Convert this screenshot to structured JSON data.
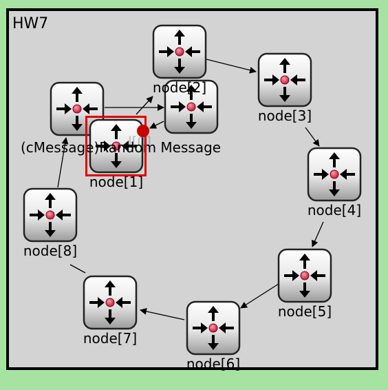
{
  "network": {
    "title": "HW7"
  },
  "nodes": [
    {
      "name": "node[1]"
    },
    {
      "name": "node[2]"
    },
    {
      "name": "node[3]"
    },
    {
      "name": "node[4]"
    },
    {
      "name": "node[5]"
    },
    {
      "name": "node[6]"
    },
    {
      "name": "node[7]"
    },
    {
      "name": "node[8]"
    },
    {
      "name": ""
    },
    {
      "name": ""
    }
  ],
  "message": {
    "label": "(cMessage)Random Message",
    "ghost_label": "l[0]"
  },
  "colors": {
    "background": "#a6e3a2",
    "canvas": "#d3d3d3",
    "highlight": "#e00000",
    "message_dot": "#c40000",
    "node_center": "#d62a40"
  },
  "icons": {
    "node": "router-icon"
  }
}
